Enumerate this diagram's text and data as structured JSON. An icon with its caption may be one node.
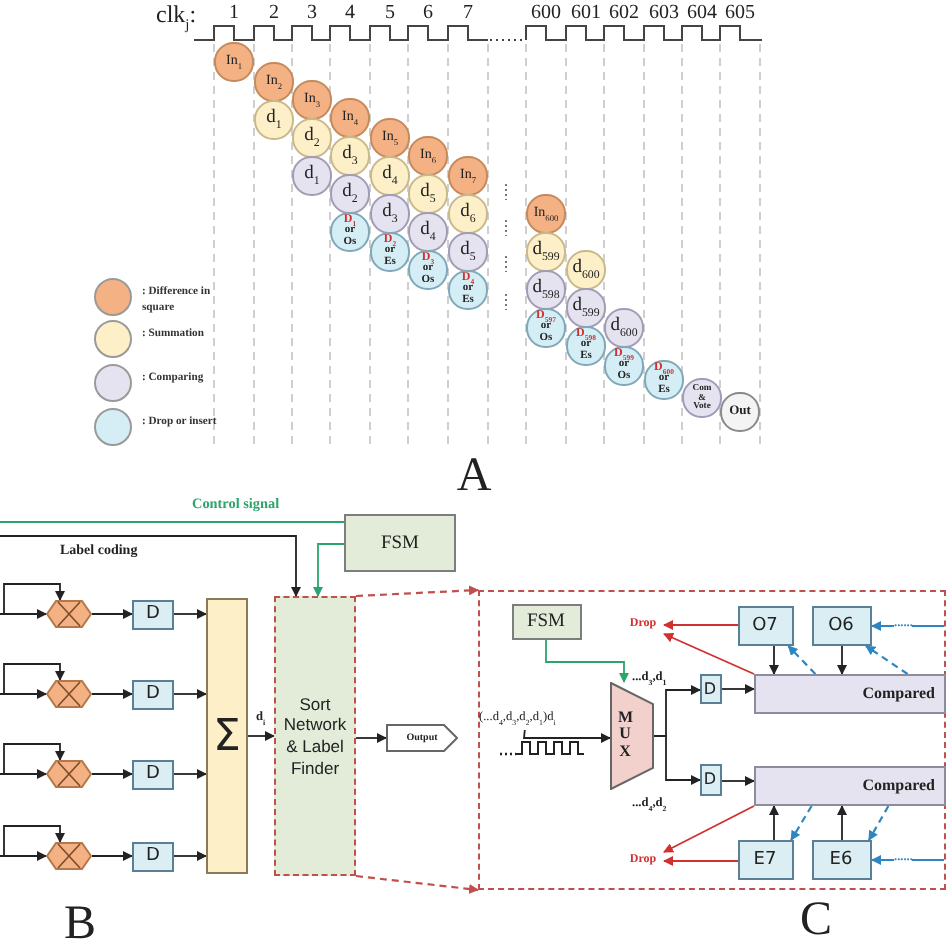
{
  "diagram": {
    "nodes": [
      {
        "text": [
          "In$_{1}$"
        ]
      },
      {
        "text": [
          "In$_{2}$"
        ]
      },
      {
        "text": [
          "d$_{1}$"
        ]
      },
      {
        "text": [
          "In$_{3}$"
        ]
      },
      {
        "text": [
          "d$_{2}$"
        ]
      },
      {
        "text": [
          "d$_{1}$"
        ]
      },
      {
        "text": [
          "In$_{4}$"
        ]
      },
      {
        "text": [
          "d$_{3}$"
        ]
      },
      {
        "text": [
          "d$_{2}$"
        ]
      },
      {
        "text": [
          "D$_{1}$",
          "or Os"
        ]
      },
      {
        "text": [
          "In$_{5}$"
        ]
      },
      {
        "text": [
          "d$_{4}$"
        ]
      },
      {
        "text": [
          "d$_{3}$"
        ]
      },
      {
        "text": [
          "D$_{2}$",
          "or Es"
        ]
      },
      {
        "text": [
          "In$_{6}$"
        ]
      },
      {
        "text": [
          "d$_{5}$"
        ]
      },
      {
        "text": [
          "d$_{4}$"
        ]
      },
      {
        "text": [
          "D$_{3}$",
          "or Os"
        ]
      },
      {
        "text": [
          "In$_{7}$"
        ]
      },
      {
        "text": [
          "d$_{6}$"
        ]
      },
      {
        "text": [
          "d$_{5}$"
        ]
      },
      {
        "text": [
          "D$_{4}$",
          "or Es"
        ]
      },
      {
        "text": [
          "In$_{600}$"
        ]
      },
      {
        "text": [
          "d$_{599}$"
        ]
      },
      {
        "text": [
          "d$_{598}$"
        ]
      },
      {
        "text": [
          "D$_{597}$",
          "or Os"
        ]
      },
      {
        "text": [
          "d$_{600}$"
        ]
      },
      {
        "text": [
          "d$_{599}$"
        ]
      },
      {
        "text": [
          "D$_{598}$",
          "or Es"
        ]
      },
      {
        "text": [
          "d$_{600}$"
        ]
      },
      {
        "text": [
          "D$_{599}$",
          "or Os"
        ]
      },
      {
        "text": [
          "D$_{600}$",
          "or Es"
        ]
      },
      {
        "text": [
          "Com & Vote"
        ]
      },
      {
        "text": [
          "Out"
        ]
      },
      {
        "text": [],
        "shape": "hexagon"
      },
      {
        "text": [
          "D"
        ]
      },
      {
        "text": [],
        "shape": "hexagon"
      },
      {
        "text": [
          "D"
        ]
      },
      {
        "text": [],
        "shape": "hexagon"
      },
      {
        "text": [
          "D"
        ]
      },
      {
        "text": [],
        "shape": "hexagon"
      },
      {
        "text": [
          "D"
        ]
      },
      {
        "text": [
          "Σ"
        ]
      },
      {
        "text": [
          "Sort Network & Label Finder"
        ]
      },
      {
        "text": [
          "Output"
        ]
      },
      {
        "text": [
          "FSM"
        ]
      },
      {
        "text": [],
        "shape": "box"
      },
      {
        "text": [
          "FSM"
        ],
        "in": 46
      },
      {
        "text": [
          "(...d$_{4}$,d$_{3}$,d$_{2}$,d$_{1}$)d$_{i}$"
        ],
        "in": 46
      },
      {
        "text": [
          "M U X"
        ],
        "in": 46
      },
      {
        "text": [
          "D"
        ],
        "in": 46
      },
      {
        "text": [
          "D"
        ],
        "in": 46
      },
      {
        "text": [
          "Drop"
        ],
        "in": 46
      },
      {
        "text": [
          "O7"
        ],
        "in": 46
      },
      {
        "text": [
          "O6"
        ],
        "in": 46
      },
      {
        "text": [
          "Compared"
        ],
        "in": 46
      },
      {
        "text": [
          "Compared"
        ],
        "in": 46
      },
      {
        "text": [
          "Drop"
        ],
        "in": 46
      },
      {
        "text": [
          "E7"
        ],
        "in": 46
      },
      {
        "text": [
          "E6"
        ],
        "in": 46
      }
    ],
    "edges": [
      {
        "from": null,
        "to": 34,
        "arrow": "to"
      },
      {
        "from": null,
        "to": 34,
        "arrow": "to"
      },
      {
        "from": 34,
        "to": 35,
        "arrow": "to"
      },
      {
        "from": 35,
        "to": 42,
        "arrow": "to"
      },
      {
        "from": null,
        "to": 36,
        "arrow": "to"
      },
      {
        "from": null,
        "to": 36,
        "arrow": "to"
      },
      {
        "from": 36,
        "to": 37,
        "arrow": "to"
      },
      {
        "from": 37,
        "to": 42,
        "arrow": "to"
      },
      {
        "from": null,
        "to": 38,
        "arrow": "to"
      },
      {
        "from": null,
        "to": 38,
        "arrow": "to"
      },
      {
        "from": 38,
        "to": 39,
        "arrow": "to"
      },
      {
        "from": 39,
        "to": 42,
        "arrow": "to"
      },
      {
        "from": null,
        "to": 40,
        "arrow": "to"
      },
      {
        "from": null,
        "to": 40,
        "arrow": "to"
      },
      {
        "from": 40,
        "to": 41,
        "arrow": "to"
      },
      {
        "from": 41,
        "to": 42,
        "arrow": "to"
      },
      {
        "from": 42,
        "to": 43,
        "arrow": "to",
        "label": "d$_{i}$"
      },
      {
        "from": 43,
        "to": 44,
        "arrow": "to"
      },
      {
        "from": 45,
        "to": 43,
        "arrow": "to",
        "color": "#2ca56c"
      },
      {
        "from": null,
        "to": 43,
        "arrow": "to",
        "label": "Label coding"
      },
      {
        "from": null,
        "to": 45,
        "arrow": "none",
        "label": "Control signal",
        "color": "#2ca56c"
      },
      {
        "from": 43,
        "to": 46,
        "arrow": "to",
        "style": "dashed",
        "color": "#c0504d"
      },
      {
        "from": 43,
        "to": 46,
        "arrow": "to",
        "style": "dashed",
        "color": "#c0504d"
      },
      {
        "from": 47,
        "to": 49,
        "arrow": "to",
        "color": "#2ca56c"
      },
      {
        "from": 48,
        "to": 49,
        "arrow": "to"
      },
      {
        "from": 49,
        "to": 50,
        "arrow": "to",
        "label": "...d$_{3}$,d$_{1}$"
      },
      {
        "from": 49,
        "to": 51,
        "arrow": "to",
        "label": "...d$_{4}$,d$_{2}$"
      },
      {
        "from": 50,
        "to": 55,
        "arrow": "to"
      },
      {
        "from": 51,
        "to": 56,
        "arrow": "to"
      },
      {
        "from": 53,
        "to": 55,
        "arrow": "to"
      },
      {
        "from": 54,
        "to": 55,
        "arrow": "to"
      },
      {
        "from": 58,
        "to": 56,
        "arrow": "to"
      },
      {
        "from": 59,
        "to": 56,
        "arrow": "to"
      },
      {
        "from": 53,
        "to": 52,
        "arrow": "to",
        "color": "#d03030"
      },
      {
        "from": 55,
        "to": 52,
        "arrow": "to",
        "color": "#d03030"
      },
      {
        "from": 58,
        "to": 57,
        "arrow": "to",
        "color": "#d03030"
      },
      {
        "from": 56,
        "to": 57,
        "arrow": "to",
        "color": "#d03030"
      },
      {
        "from": 55,
        "to": 53,
        "arrow": "to",
        "style": "dashed",
        "color": "#2e86c1"
      },
      {
        "from": 55,
        "to": 54,
        "arrow": "to",
        "style": "dashed",
        "color": "#2e86c1"
      },
      {
        "from": 56,
        "to": 58,
        "arrow": "to",
        "style": "dashed",
        "color": "#2e86c1"
      },
      {
        "from": 56,
        "to": 59,
        "arrow": "to",
        "style": "dashed",
        "color": "#2e86c1"
      },
      {
        "from": null,
        "to": 54,
        "arrow": "to",
        "label": "......",
        "color": "#2e86c1"
      },
      {
        "from": null,
        "to": 59,
        "arrow": "to",
        "label": "......",
        "color": "#2e86c1"
      }
    ],
    "labels": [
      "clk$_{j}$:",
      "1",
      "2",
      "3",
      "4",
      "5",
      "6",
      "7",
      "600",
      "601",
      "602",
      "603",
      "604",
      "605",
      "A",
      "B",
      "C"
    ],
    "legend": [
      {
        "text": ": Difference in square",
        "color": "#f4b183"
      },
      {
        "text": ": Summation",
        "color": "#fdf0c8"
      },
      {
        "text": ": Comparing",
        "color": "#e6e3f0"
      },
      {
        "text": ": Drop or insert",
        "color": "#d5edf5"
      }
    ]
  }
}
